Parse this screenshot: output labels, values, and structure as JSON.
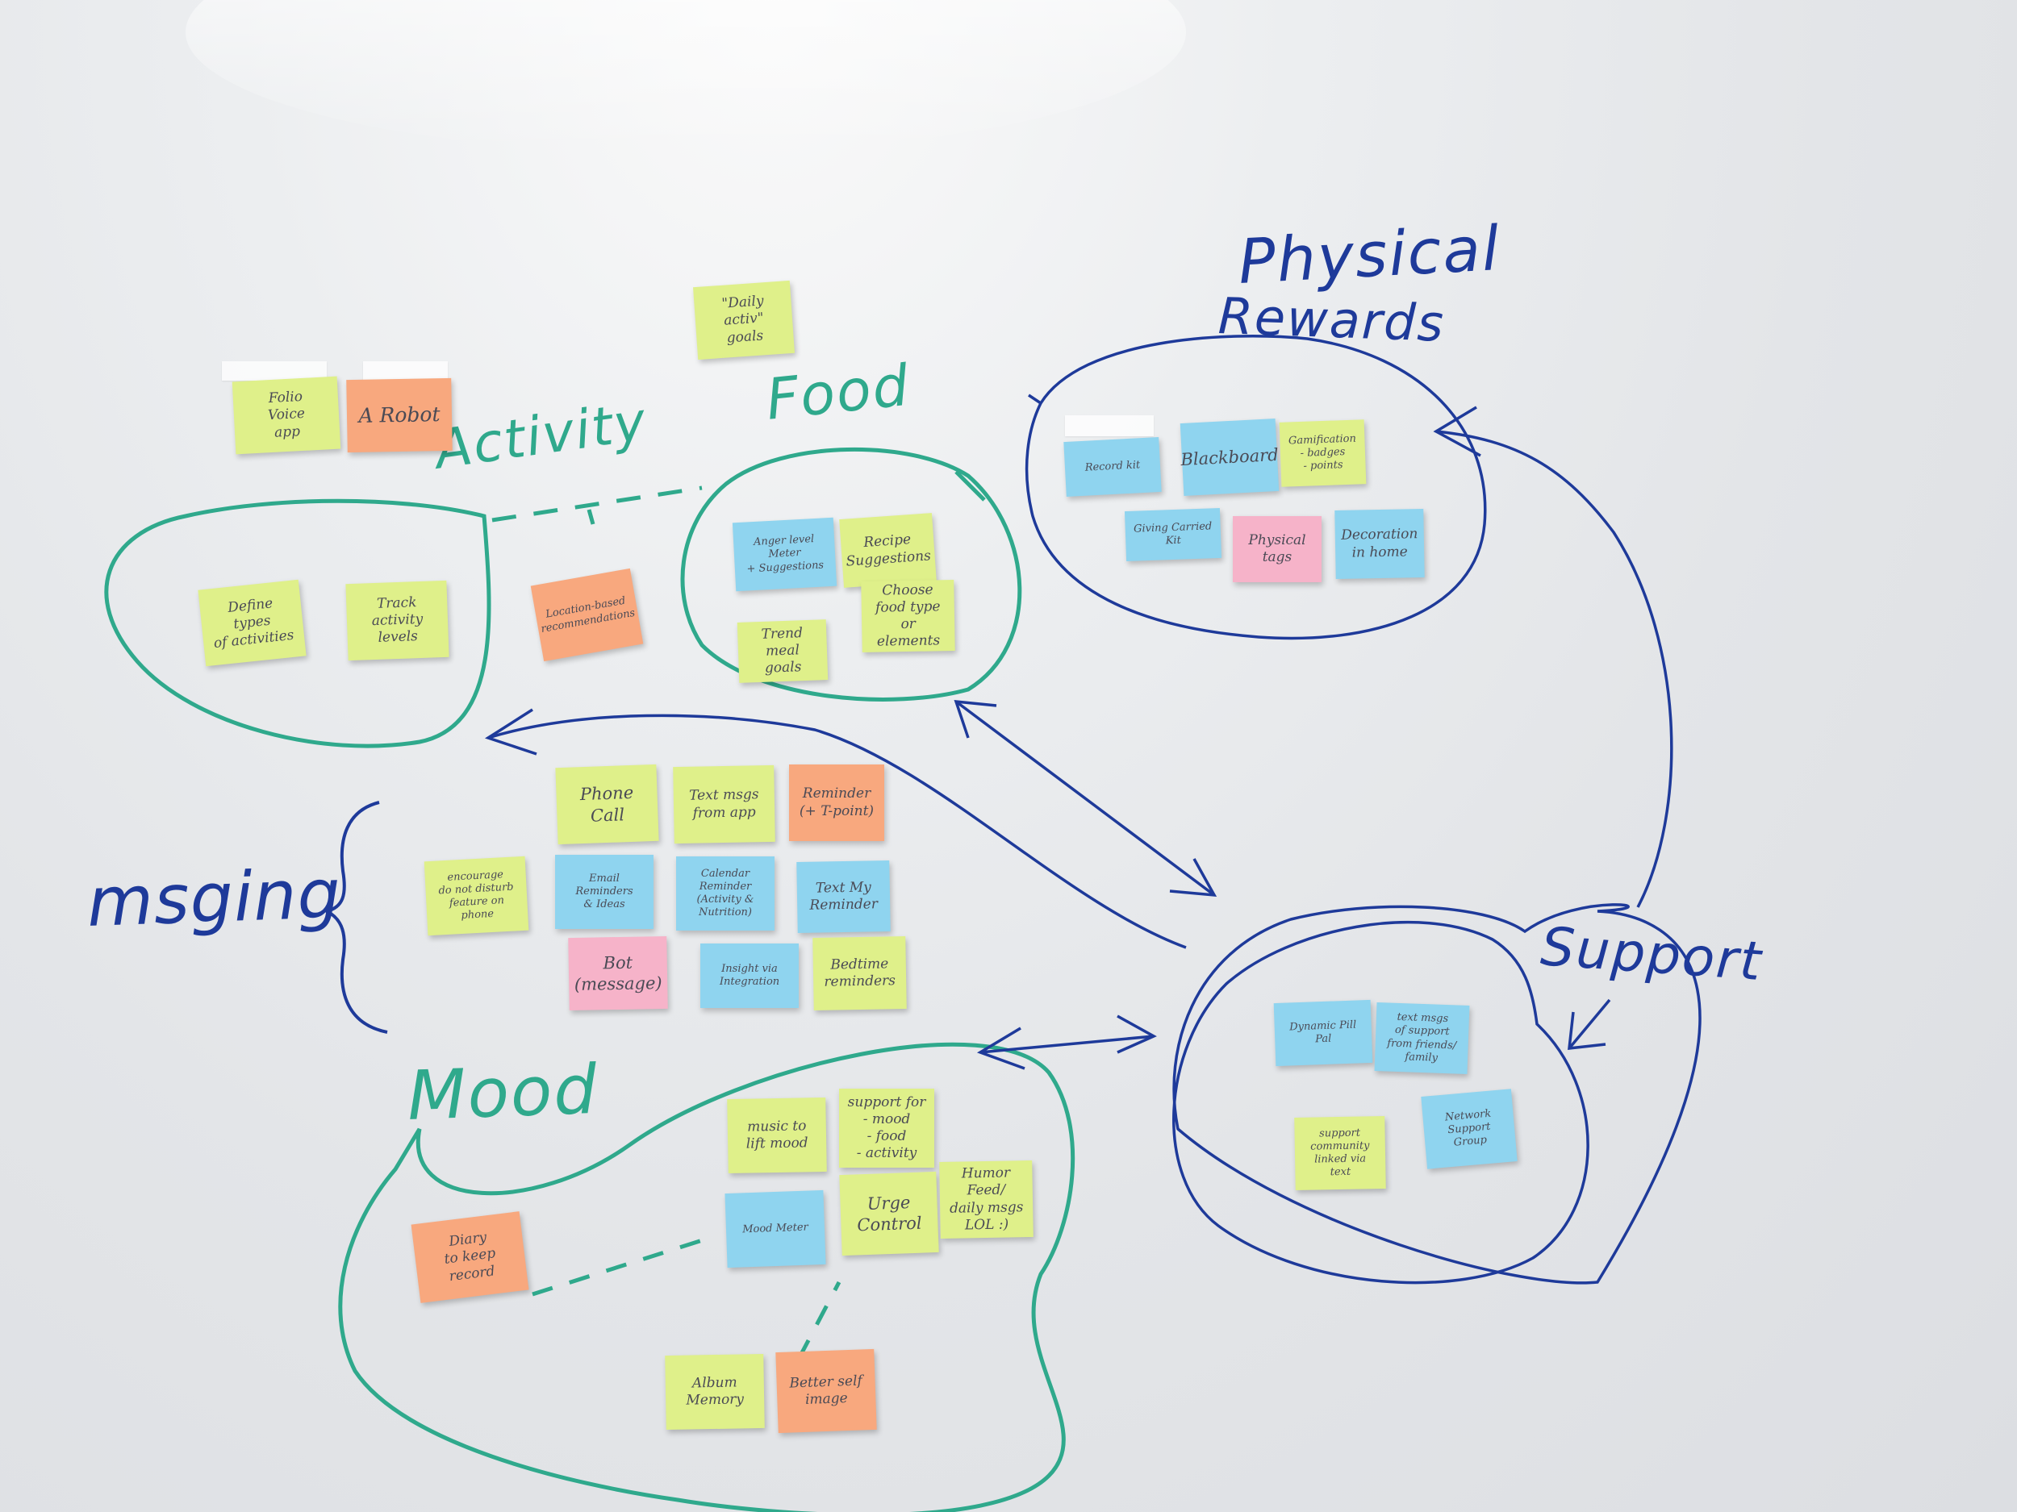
{
  "colors": {
    "yellow": "#dff08a",
    "orange": "#f8a87e",
    "blue": "#8fd4ef",
    "pink": "#f6b3c9",
    "teal_marker": "#2fa98c",
    "blue_marker": "#1e3a9a"
  },
  "labels": {
    "activity": "Activity",
    "food": "Food",
    "physical": "Physical",
    "rewards": "Rewards",
    "msging": "msging",
    "mood": "Mood",
    "support": "Support"
  },
  "notes": {
    "daily": "\"Daily\nactiv\" goals",
    "folio": "Folio\nVoice\napp",
    "robot": "A Robot",
    "define_types": "Define types\nof activities",
    "track_activity": "Track\nactivity\nlevels",
    "location": "Location-based\nrecommendations",
    "anger": "Anger level\nMeter\n+ Suggestions",
    "recipe": "Recipe\nSuggestions",
    "trend": "Trend\nmeal goals",
    "choose_food": "Choose\nfood type\nor elements",
    "record_kit": "Record kit",
    "blackboard": "Blackboard",
    "gamification": "Gamification\n- badges\n- points",
    "giving_kit": "Giving Carried Kit",
    "physical_tags": "Physical\ntags",
    "decoration": "Decoration\nin home",
    "phone_call": "Phone Call",
    "text_msgs_app": "Text msgs\nfrom app",
    "reminder_tpoint": "Reminder\n(+ T-point)",
    "encourage": "encourage\ndo not disturb\nfeature on\nphone",
    "email_reminders": "Email Reminders\n& Ideas",
    "calendar_reminder": "Calendar Reminder\n(Activity & Nutrition)",
    "text_reminder": "Text My\nReminder",
    "bot": "Bot\n(message)",
    "insight": "Insight via Integration",
    "bedtime": "Bedtime\nreminders",
    "music": "music to\nlift mood",
    "support_for": "support for\n- mood\n- food\n- activity",
    "mood_meter": "Mood Meter",
    "urge_control": "Urge Control",
    "humor": "Humor Feed/\ndaily msgs\nLOL :)",
    "diary": "Diary\nto keep record",
    "album": "Album\nMemory",
    "better_self": "Better self\nimage",
    "dynamic_pill": "Dynamic Pill Pal",
    "text_support": "text msgs\nof support\nfrom friends/\nfamily",
    "community": "support\ncommunity\nlinked via\ntext",
    "network": "Network\nSupport\nGroup"
  }
}
